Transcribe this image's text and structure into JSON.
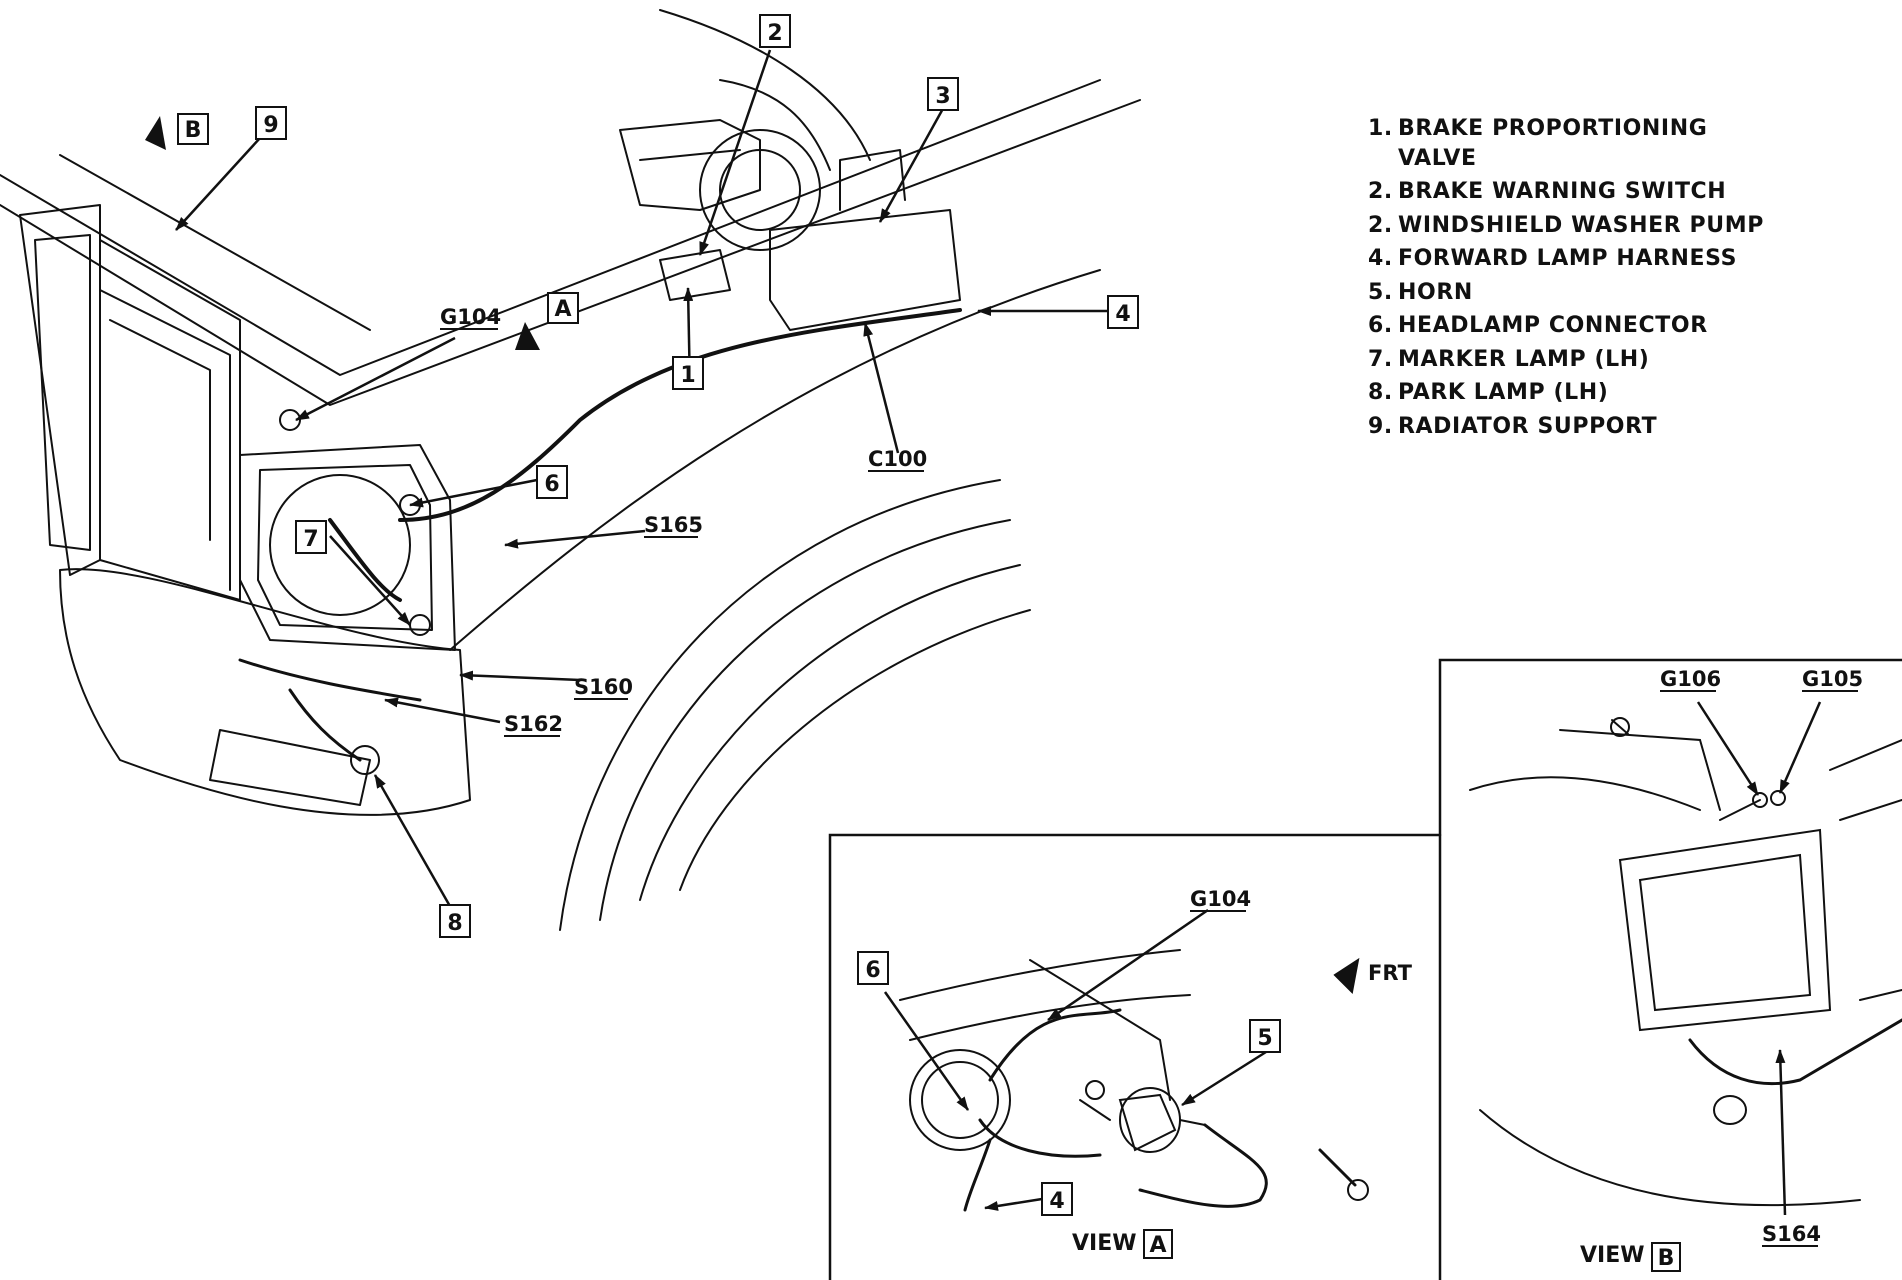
{
  "legend": [
    {
      "num": "1.",
      "text": "BRAKE PROPORTIONING",
      "cont": "VALVE"
    },
    {
      "num": "2.",
      "text": "BRAKE WARNING SWITCH"
    },
    {
      "num": "2.",
      "text": "WINDSHIELD WASHER PUMP"
    },
    {
      "num": "4.",
      "text": "FORWARD LAMP HARNESS"
    },
    {
      "num": "5.",
      "text": "HORN"
    },
    {
      "num": "6.",
      "text": "HEADLAMP CONNECTOR"
    },
    {
      "num": "7.",
      "text": "MARKER LAMP (LH)"
    },
    {
      "num": "8.",
      "text": "PARK LAMP (LH)"
    },
    {
      "num": "9.",
      "text": "RADIATOR SUPPORT"
    }
  ],
  "callouts": {
    "n1": "1",
    "n2": "2",
    "n3": "3",
    "n4": "4",
    "n6": "6",
    "n7": "7",
    "n8": "8",
    "n9": "9",
    "vA_n6": "6",
    "vA_n5": "5",
    "vA_n4": "4",
    "B": "B",
    "A": "A"
  },
  "labels": {
    "G104": "G104",
    "C100": "C100",
    "S165": "S165",
    "S160": "S160",
    "S162": "S162",
    "vA_G104": "G104",
    "frt": "FRT",
    "G106": "G106",
    "G105": "G105",
    "S164": "S164"
  },
  "views": {
    "view_a_text": "VIEW",
    "view_a_letter": "A",
    "view_b_text": "VIEW",
    "view_b_letter": "B"
  }
}
